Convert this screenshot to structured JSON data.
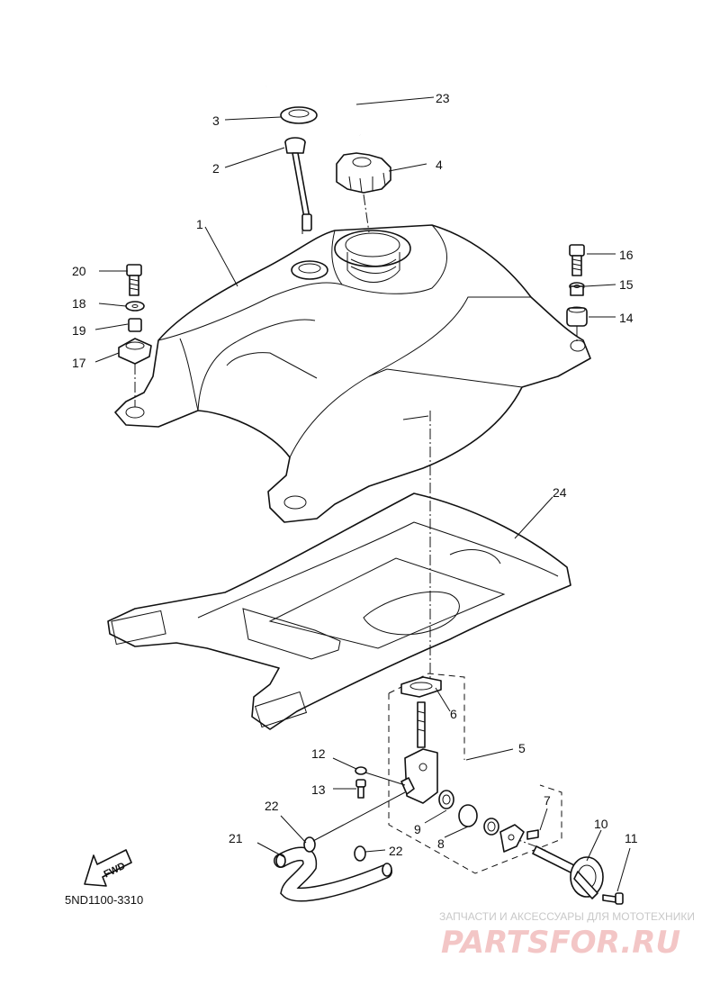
{
  "diagram": {
    "part_numbers": [
      "1",
      "2",
      "3",
      "4",
      "5",
      "6",
      "7",
      "8",
      "9",
      "10",
      "11",
      "12",
      "13",
      "14",
      "15",
      "16",
      "17",
      "18",
      "19",
      "20",
      "21",
      "22",
      "22",
      "23",
      "24"
    ],
    "fwd_label": "FWD",
    "drawing_code": "5ND1100-3310"
  },
  "watermark": {
    "tagline": "ЗАПЧАСТИ И АКСЕССУАРЫ ДЛЯ МОТОТЕХНИКИ",
    "brand": "PARTSFOR.RU"
  }
}
